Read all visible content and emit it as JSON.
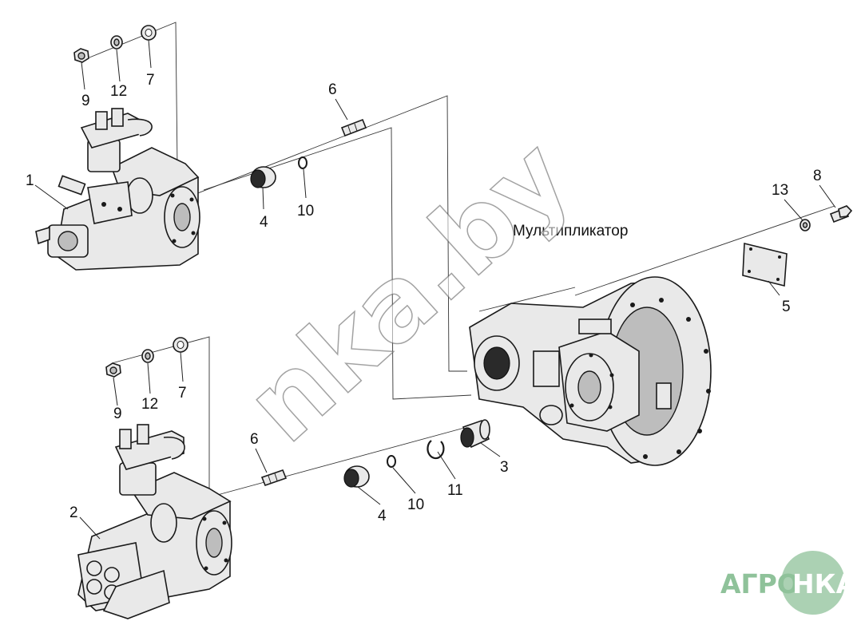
{
  "diagram": {
    "title": "Мультипликатор",
    "callouts": {
      "c1": "1",
      "c2": "2",
      "c3": "3",
      "c4a": "4",
      "c4b": "4",
      "c5": "5",
      "c6a": "6",
      "c6b": "6",
      "c7a": "7",
      "c7b": "7",
      "c8": "8",
      "c9a": "9",
      "c9b": "9",
      "c10a": "10",
      "c10b": "10",
      "c11": "11",
      "c12a": "12",
      "c12b": "12",
      "c13": "13"
    }
  },
  "watermark": {
    "text": "nka.by"
  },
  "logo": {
    "left": "АГРО",
    "right": "НКА",
    "color": "#8fc29a"
  }
}
